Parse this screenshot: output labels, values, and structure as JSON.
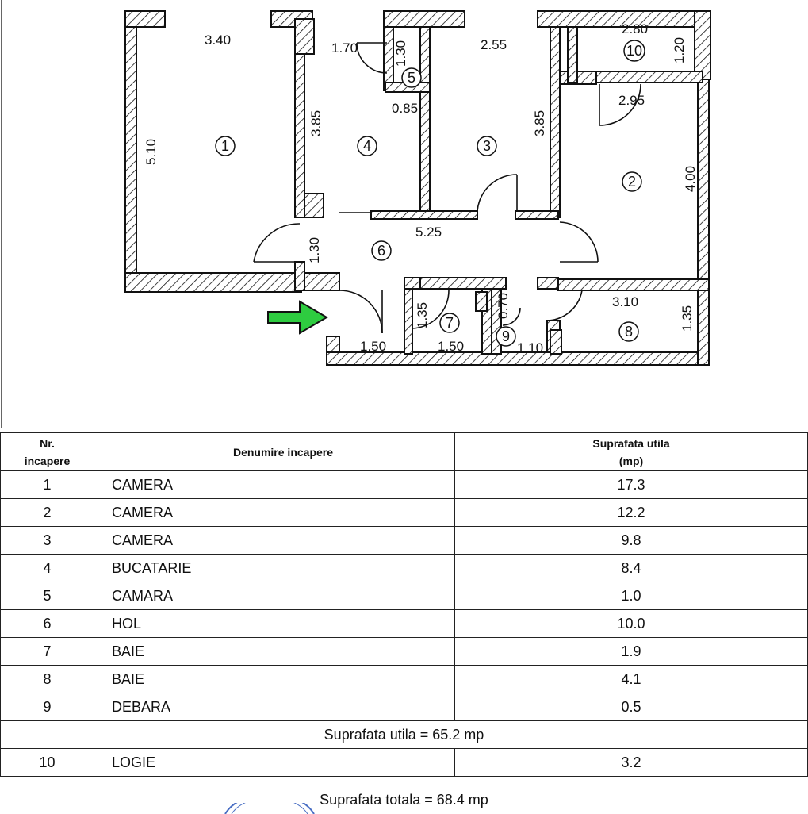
{
  "plan": {
    "dimensions": {
      "d1": "3.40",
      "d2": "1.70",
      "d3": "1.30",
      "d4": "2.55",
      "d5": "2.80",
      "d6": "1.20",
      "d7": "2.95",
      "d8": "0.85",
      "d9": "5.10",
      "d10": "3.85",
      "d11": "3.85",
      "d12": "4.00",
      "d13": "5.25",
      "d14": "1.30",
      "d15": "3.10",
      "d16": "1.35",
      "d17": "1.35",
      "d18": "0.70",
      "d19": "1.50",
      "d20": "1.50",
      "d21": "1.10"
    },
    "rooms": [
      "1",
      "2",
      "3",
      "4",
      "5",
      "6",
      "7",
      "8",
      "9",
      "10"
    ],
    "entrance_arrow_color": "#2ecc40"
  },
  "table": {
    "headers": {
      "nr_line1": "Nr.",
      "nr_line2": "incapere",
      "name": "Denumire incapere",
      "area_line1": "Suprafata utila",
      "area_line2": "(mp)"
    },
    "rows": [
      {
        "nr": "1",
        "name": "CAMERA",
        "area": "17.3"
      },
      {
        "nr": "2",
        "name": "CAMERA",
        "area": "12.2"
      },
      {
        "nr": "3",
        "name": "CAMERA",
        "area": "9.8"
      },
      {
        "nr": "4",
        "name": "BUCATARIE",
        "area": "8.4"
      },
      {
        "nr": "5",
        "name": "CAMARA",
        "area": "1.0"
      },
      {
        "nr": "6",
        "name": "HOL",
        "area": "10.0"
      },
      {
        "nr": "7",
        "name": "BAIE",
        "area": "1.9"
      },
      {
        "nr": "8",
        "name": "BAIE",
        "area": "4.1"
      },
      {
        "nr": "9",
        "name": "DEBARA",
        "area": "0.5"
      }
    ],
    "subtotal": "Suprafata utila = 65.2  mp",
    "extra_row": {
      "nr": "10",
      "name": "LOGIE",
      "area": "3.2"
    }
  },
  "total": "Suprafata totala = 68.4  mp"
}
